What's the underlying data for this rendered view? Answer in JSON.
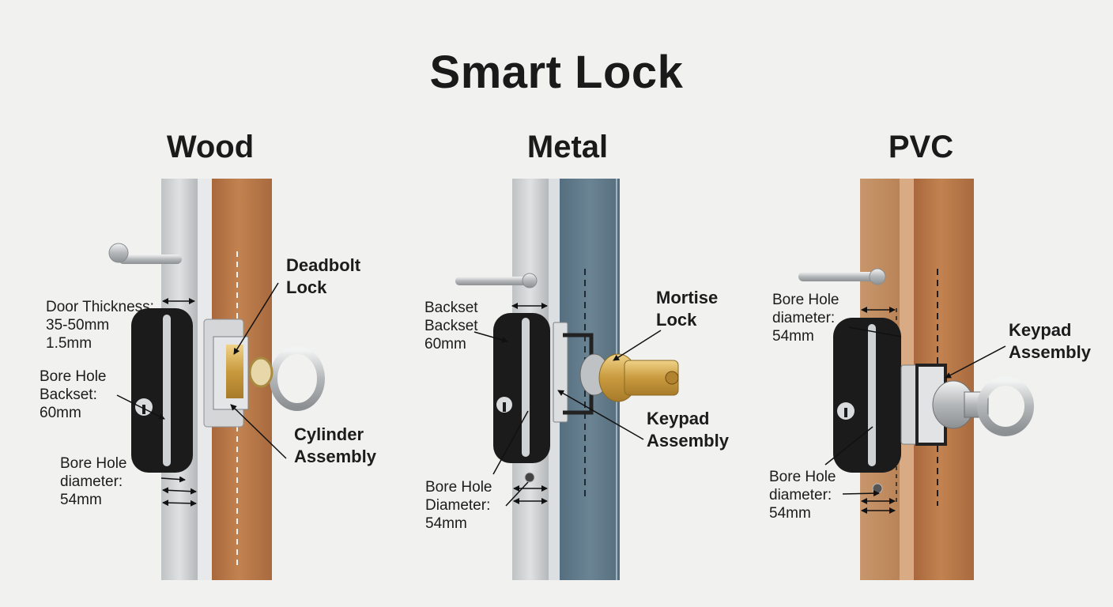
{
  "title": "Smart Lock",
  "colors": {
    "background": "#f1f1f0",
    "wood": "#b8784a",
    "metal_blue": "#5f7888",
    "steel": "#c9cbcc",
    "keypad": "#161616",
    "brass": "#d1a54a"
  },
  "panels": [
    {
      "title": "Wood",
      "labels": {
        "door_thickness": "Door Thickness:\n35-50mm\n1.5mm",
        "bore_backset": "Bore Hole\nBackset:\n60mm",
        "bore_diameter": "Bore Hole\ndiameter:\n54mm",
        "component_top": "Deadbolt\nLock",
        "component_bottom": "Cylinder\nAssembly"
      }
    },
    {
      "title": "Metal",
      "labels": {
        "backset": "Backset\nBackset\n60mm",
        "bore_diameter": "Bore Hole\nDiameter:\n54mm",
        "component_top": "Mortise\nLock",
        "component_bottom": "Keypad\nAssembly"
      }
    },
    {
      "title": "PVC",
      "labels": {
        "bore_diameter_top": "Bore Hole\ndiameter:\n54mm",
        "bore_diameter_bottom": "Bore Hole\ndiameter:\n54mm",
        "component": "Keypad\nAssembly"
      }
    }
  ]
}
